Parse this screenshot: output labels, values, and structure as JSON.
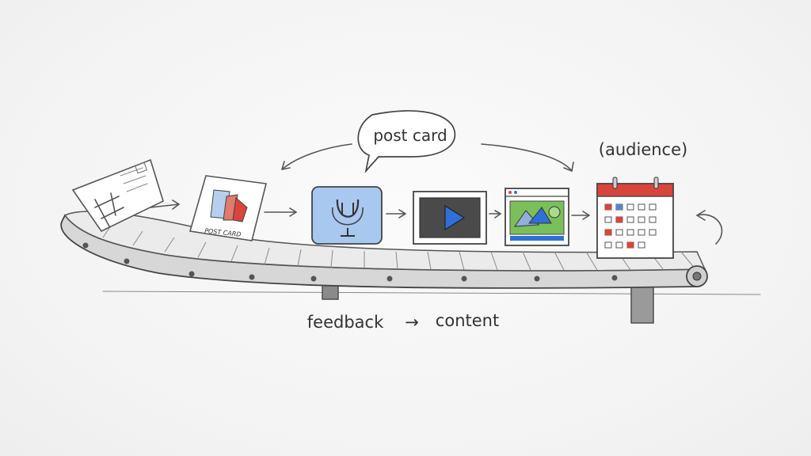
{
  "bubble": {
    "text": "post card"
  },
  "label_audience": "(audience)",
  "postcard_caption": "POST CARD",
  "flow_caption": {
    "left": "feedback",
    "arrow": "→",
    "right": "content"
  },
  "icons": [
    "postcard-icon",
    "postcard-graphic-icon",
    "microphone-podcast-icon",
    "video-play-icon",
    "web-page-image-icon",
    "calendar-icon"
  ],
  "colors": {
    "blue_fill": "#a9c8ef",
    "play_blue": "#2f6fd8",
    "video_dark": "#4a4a4a",
    "red_accent": "#d9453a",
    "green_accent": "#7bbf5a",
    "calendar_red": "#d9453a"
  }
}
